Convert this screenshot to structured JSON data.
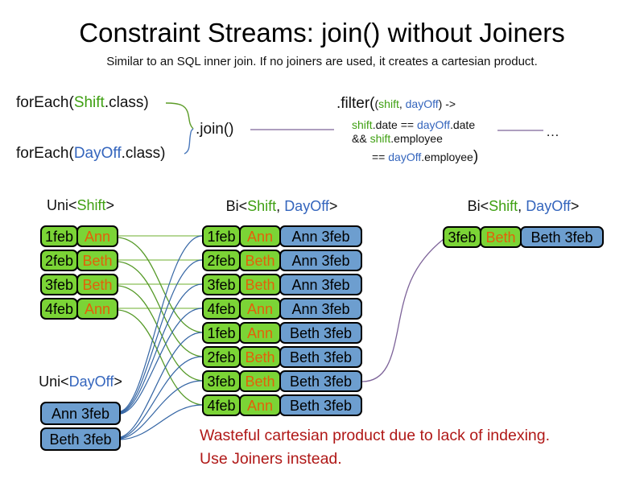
{
  "slide": {
    "title": "Constraint Streams: join() without Joiners",
    "subtitle": "Similar to an SQL inner join. If no joiners are used, it creates a cartesian product."
  },
  "code": {
    "foreach_shift": {
      "prefix": "forEach(",
      "class_name": "Shift",
      "suffix": ".class)"
    },
    "foreach_dayoff": {
      "prefix": "forEach(",
      "class_name": "DayOff",
      "suffix": ".class)"
    },
    "join_call": ".join()",
    "ellipsis": "…",
    "filter": {
      "head": ".filter(",
      "sig_open": "(",
      "param1": "shift",
      "sig_sep": ", ",
      "param2": "dayOff",
      "sig_close": ") ->",
      "body1_shift": "shift",
      "body1_mid": ".date == ",
      "body1_dayoff": "dayOff",
      "body1_end": ".date",
      "body2_and": "&& ",
      "body2_shift": "shift",
      "body2_end": ".employee",
      "body3_eq": "== ",
      "body3_dayoff": "dayOff",
      "body3_end": ".employee",
      "body3_close": ")"
    }
  },
  "labels": {
    "uni_shift_pre": "Uni<",
    "uni_shift_type": "Shift",
    "uni_shift_post": ">",
    "bi_pre": "Bi<",
    "bi_type1": "Shift",
    "bi_sep": ", ",
    "bi_type2": "DayOff",
    "bi_post": ">",
    "uni_dayoff_pre": "Uni<",
    "uni_dayoff_type": "DayOff",
    "uni_dayoff_post": ">"
  },
  "shift_table": {
    "rows": [
      {
        "date": "1feb",
        "employee": "Ann"
      },
      {
        "date": "2feb",
        "employee": "Beth"
      },
      {
        "date": "3feb",
        "employee": "Beth"
      },
      {
        "date": "4feb",
        "employee": "Ann"
      }
    ]
  },
  "dayoff_table": {
    "rows": [
      {
        "label": "Ann 3feb"
      },
      {
        "label": "Beth 3feb"
      }
    ]
  },
  "join_table": {
    "rows": [
      {
        "date": "1feb",
        "employee": "Ann",
        "dayoff": "Ann 3feb"
      },
      {
        "date": "2feb",
        "employee": "Beth",
        "dayoff": "Ann 3feb"
      },
      {
        "date": "3feb",
        "employee": "Beth",
        "dayoff": "Ann 3feb"
      },
      {
        "date": "4feb",
        "employee": "Ann",
        "dayoff": "Ann 3feb"
      },
      {
        "date": "1feb",
        "employee": "Ann",
        "dayoff": "Beth 3feb"
      },
      {
        "date": "2feb",
        "employee": "Beth",
        "dayoff": "Beth 3feb"
      },
      {
        "date": "3feb",
        "employee": "Beth",
        "dayoff": "Beth 3feb"
      },
      {
        "date": "4feb",
        "employee": "Ann",
        "dayoff": "Beth 3feb"
      }
    ]
  },
  "filtered_table": {
    "rows": [
      {
        "date": "3feb",
        "employee": "Beth",
        "dayoff": "Beth 3feb"
      }
    ]
  },
  "warning": {
    "line1": "Wasteful cartesian product due to lack of indexing.",
    "line2": "Use Joiners instead."
  },
  "connections": {
    "shift_to_join_rows": [
      [
        1,
        1
      ],
      [
        1,
        5
      ],
      [
        2,
        2
      ],
      [
        2,
        6
      ],
      [
        3,
        3
      ],
      [
        3,
        7
      ],
      [
        4,
        4
      ],
      [
        4,
        8
      ]
    ],
    "dayoff_to_join_rows": [
      [
        "Ann 3feb",
        [
          1,
          2,
          3,
          4
        ]
      ],
      [
        "Beth 3feb",
        [
          5,
          6,
          7,
          8
        ]
      ]
    ],
    "join_to_filtered_rows": [
      [
        7,
        1
      ]
    ]
  },
  "colors": {
    "shift_fill": "#7bd436",
    "dayoff_fill": "#6d9ecf",
    "employee_text": "#e2610a",
    "shift_text": "#3fa012",
    "dayoff_text": "#3465bd",
    "warning_text": "#b01817",
    "wire_green": "#569a28",
    "wire_blue": "#3465a4",
    "wire_purple": "#7d6399"
  }
}
